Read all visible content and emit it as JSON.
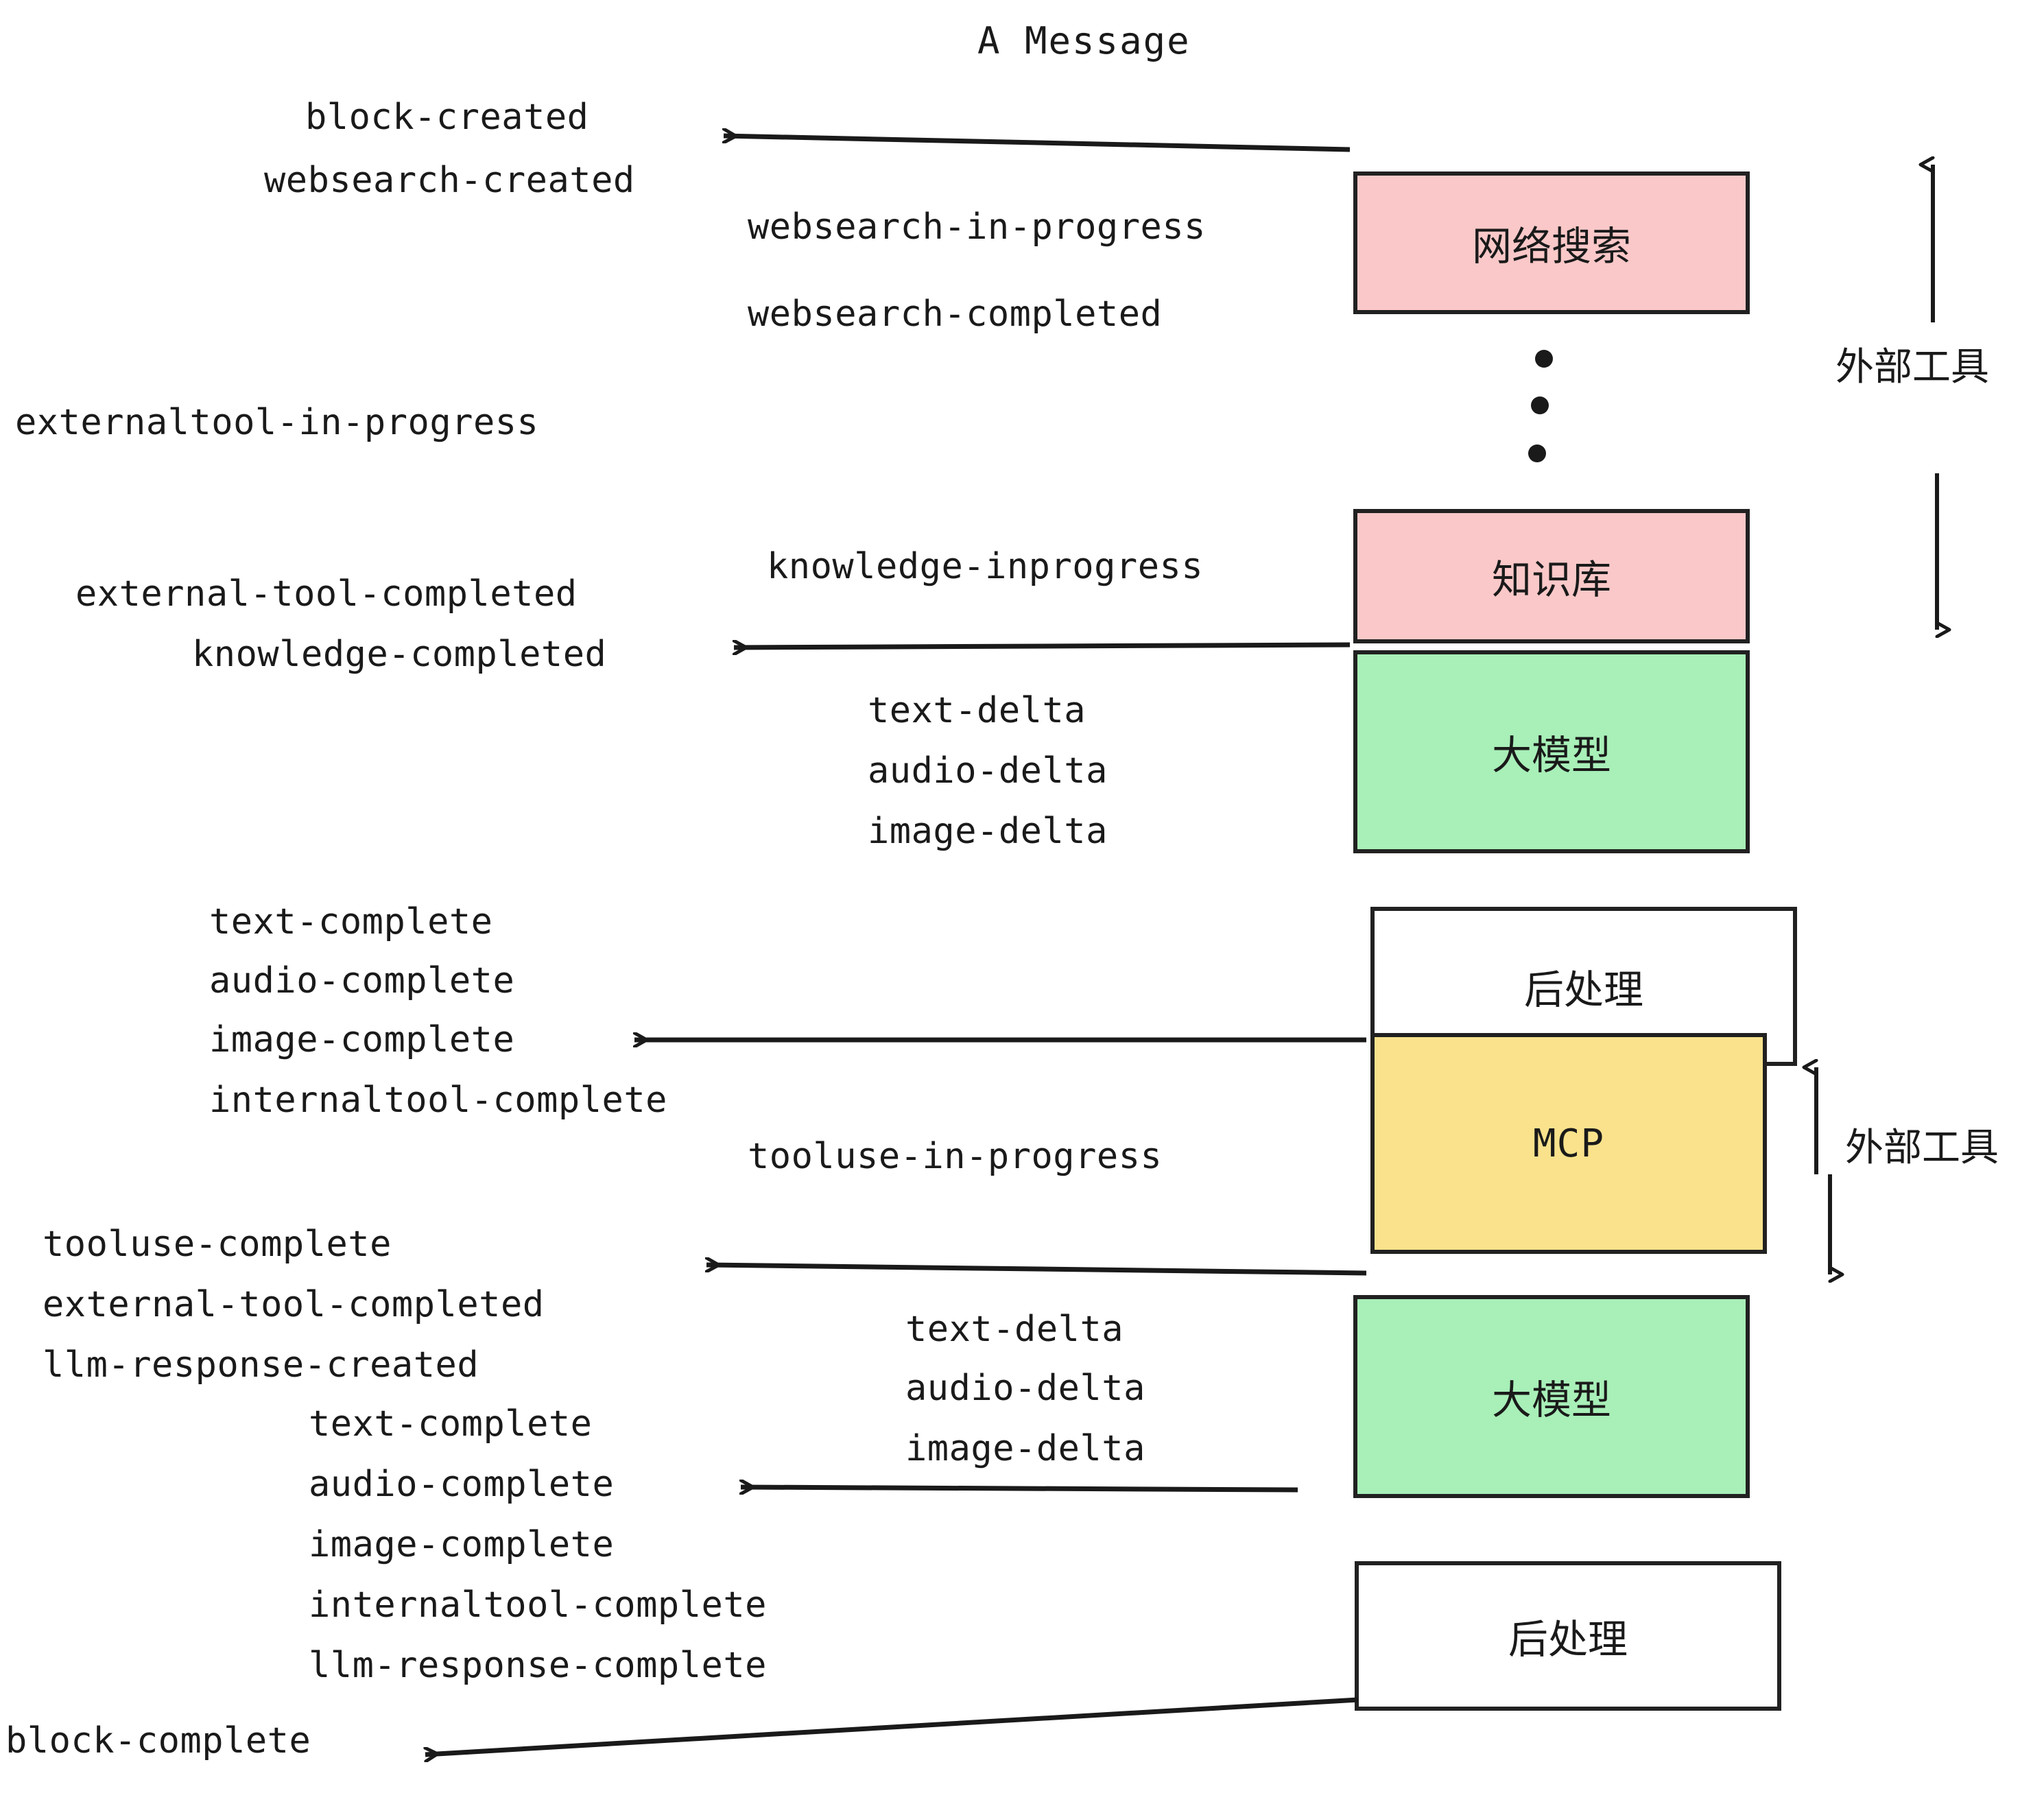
{
  "title": "A Message",
  "boxes": [
    {
      "id": "websearch",
      "label": "网络搜索",
      "color": "#fac8c8"
    },
    {
      "id": "knowledge",
      "label": "知识库",
      "color": "#fac8c8"
    },
    {
      "id": "llm-1",
      "label": "大模型",
      "color": "#a8efb8"
    },
    {
      "id": "postprocess-1",
      "label": "后处理",
      "color": "#ffffff"
    },
    {
      "id": "mcp",
      "label": "MCP",
      "color": "#fae28c"
    },
    {
      "id": "llm-2",
      "label": "大模型",
      "color": "#a8efb8"
    },
    {
      "id": "postprocess-2",
      "label": "后处理",
      "color": "#ffffff"
    }
  ],
  "external_tool_labels": [
    {
      "id": "external-tool-top",
      "label": "外部工具"
    },
    {
      "id": "external-tool-bottom",
      "label": "外部工具"
    }
  ],
  "events": {
    "block_created": "block-created",
    "websearch_created": "websearch-created",
    "websearch_in_progress": "websearch-in-progress",
    "websearch_completed": "websearch-completed",
    "externaltool_in_progress": "externaltool-in-progress",
    "knowledge_inprogress": "knowledge-inprogress",
    "external_tool_completed_1": "external-tool-completed",
    "knowledge_completed": "knowledge-completed",
    "text_delta_1": "text-delta",
    "audio_delta_1": "audio-delta",
    "image_delta_1": "image-delta",
    "text_complete_1": "text-complete",
    "audio_complete_1": "audio-complete",
    "image_complete_1": "image-complete",
    "internaltool_complete_1": "internaltool-complete",
    "tooluse_in_progress": "tooluse-in-progress",
    "tooluse_complete": "tooluse-complete",
    "external_tool_completed_2": "external-tool-completed",
    "llm_response_created": "llm-response-created",
    "text_delta_2": "text-delta",
    "audio_delta_2": "audio-delta",
    "image_delta_2": "image-delta",
    "text_complete_2": "text-complete",
    "audio_complete_2": "audio-complete",
    "image_complete_2": "image-complete",
    "internaltool_complete_2": "internaltool-complete",
    "llm_response_complete": "llm-response-complete",
    "block_complete": "block-complete"
  },
  "colors": {
    "stroke": "#212121",
    "pink": "#fac8c8",
    "green": "#a8efb8",
    "yellow": "#fae28c",
    "white": "#ffffff",
    "text": "#1a1a1a"
  }
}
